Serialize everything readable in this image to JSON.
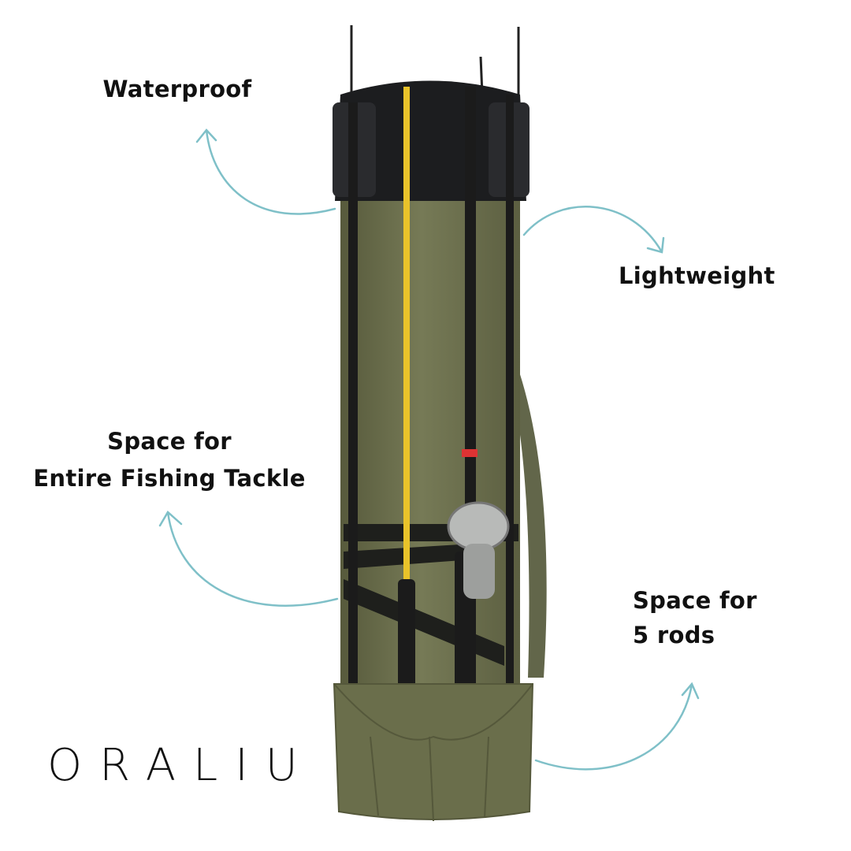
{
  "features": {
    "waterproof": "Waterproof",
    "lightweight": "Lightweight",
    "tackle_line1": "Space for",
    "tackle_line2": "Entire Fishing Tackle",
    "rods_line1": "Space for",
    "rods_line2": "5 rods"
  },
  "brand": {
    "logo_text": "ORALIU"
  },
  "colors": {
    "arrow": "#7fc0c8",
    "bag_green": "#6b6f4d",
    "bag_black": "#1c1d1f",
    "text": "#111111"
  }
}
